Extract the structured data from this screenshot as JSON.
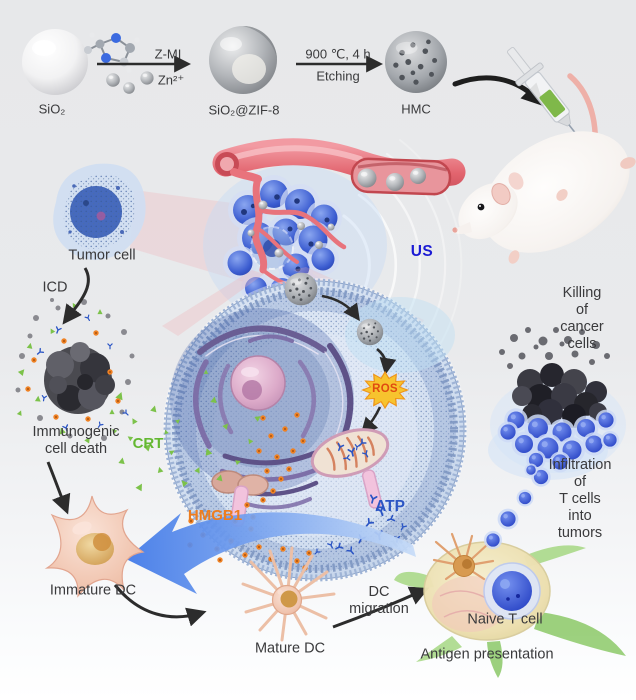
{
  "labels": {
    "sio2": "SiO₂",
    "zmi": "Z-MI",
    "zn": "Zn²⁺",
    "sio2zif": "SiO₂@ZIF-8",
    "temp": "900 ℃, 4 h",
    "etching": "Etching",
    "hmc": "HMC",
    "tumor_cell": "Tumor cell",
    "icd": "ICD",
    "us": "US",
    "immunogenic": "Immunogenic\ncell death",
    "crt": "CRT",
    "hmgb1": "HMGB1",
    "ros": "ROS",
    "atp": "ATP",
    "killing": "Killing of\ncancer cells",
    "infiltration": "Infiltration of\nT cells\ninto tumors",
    "immature_dc": "Immature DC",
    "mature_dc": "Mature DC",
    "dc_migration": "DC\nmigration",
    "naive_t_cell": "Naive T cell",
    "antigen_presentation": "Antigen presentation"
  },
  "colors": {
    "text": "#3a3a3c",
    "us_blue": "#1b1bd4",
    "atp_blue": "#2b55c4",
    "hmgb1_orange": "#ee7d1f",
    "crt_green": "#64b832",
    "ros_text": "#e04a10",
    "ros_burst": "#f7c32e",
    "vessel_red": "#e06068",
    "cell_blue": "#c2d2ea",
    "tcell_blue": "#2744c8",
    "dc_pink": "#f0c4ae",
    "flare_green": "#9ed47e",
    "syringe_liquid": "#7fb84a"
  }
}
